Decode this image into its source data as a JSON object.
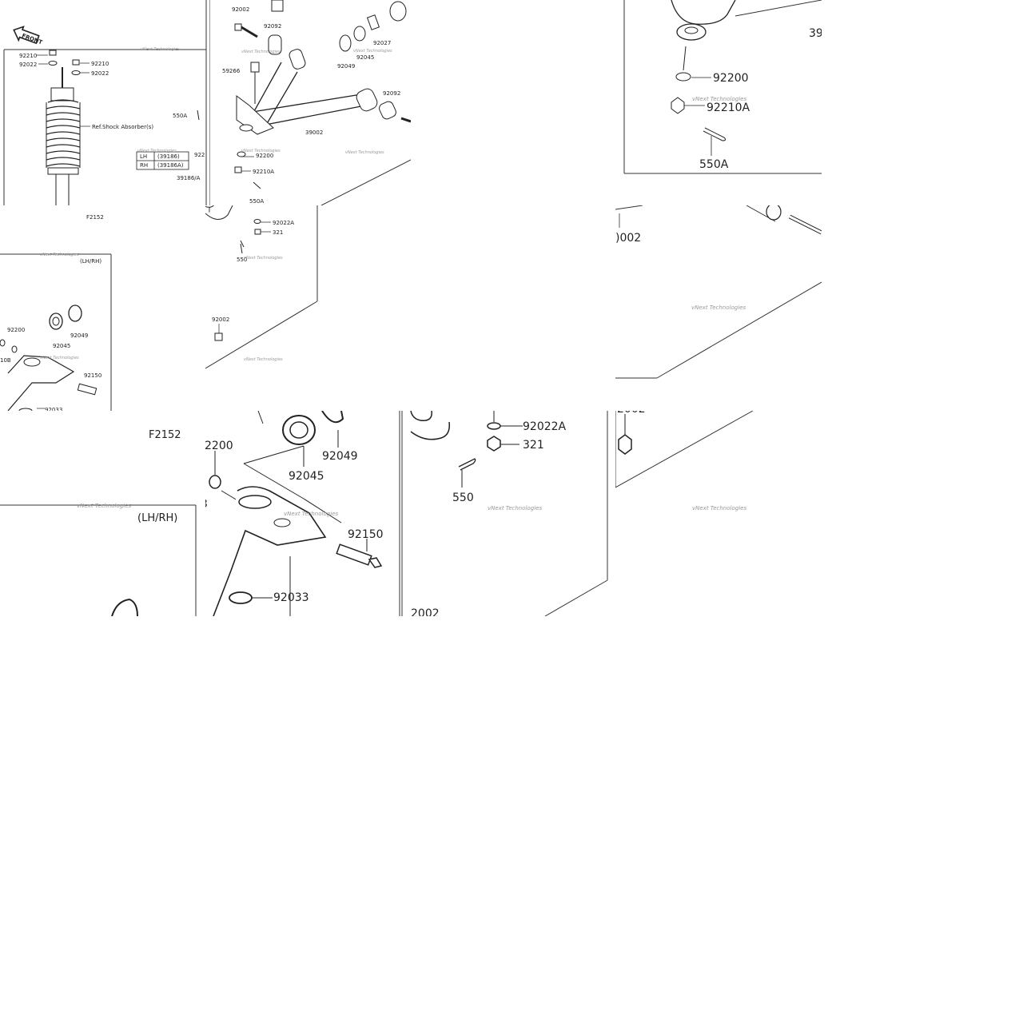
{
  "diagram": {
    "figure_code": "F2152",
    "front_label": "FRONT",
    "variant_label": "(LH/RH)",
    "watermark": "vNext Technologies",
    "ref_shock_label": "Ref.Shock Absorber(s)",
    "side_table": [
      {
        "side": "LH",
        "part": "(39186)"
      },
      {
        "side": "RH",
        "part": "(39186A)"
      }
    ],
    "parts": {
      "p92210": "92210",
      "p92022": "92022",
      "p92002": "92002",
      "p92092": "92092",
      "p92027": "92027",
      "p92045": "92045",
      "p92049": "92049",
      "p59266": "59266",
      "p39002": "39002",
      "p550A": "550A",
      "p922": "922",
      "p39186A": "39186/A",
      "p92200": "92200",
      "p92210A": "92210A",
      "p92022A": "92022A",
      "p321": "321",
      "p550": "550",
      "p10B": "10B",
      "p92150": "92150",
      "p92033": "92033",
      "p39": "39",
      "p0002": ")002",
      "p2002": "2002",
      "p2002b": "2002",
      "p2200": "2200",
      "p3": "3"
    }
  }
}
